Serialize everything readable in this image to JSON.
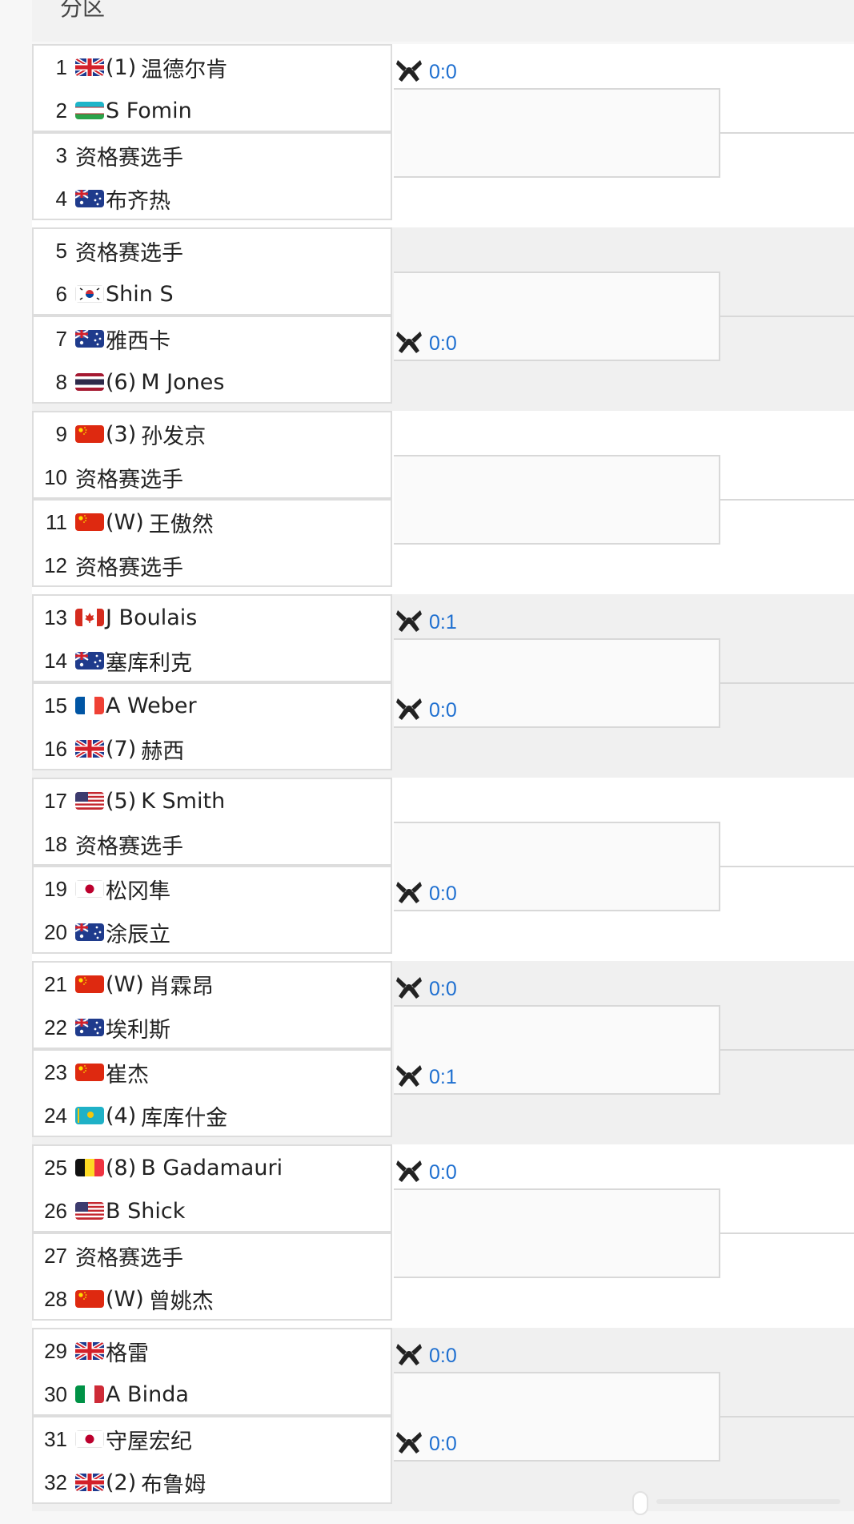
{
  "section_title": "分区",
  "colors": {
    "link": "#1e6fd0",
    "border": "#dddddd",
    "band": "#f0f0f0"
  },
  "h2h_icon": "crossed-rackets-icon",
  "groups": [
    {
      "matches": [
        {
          "players": [
            {
              "num": "1",
              "flag": "gb",
              "seed": "(1)",
              "name": "温德尔肯"
            },
            {
              "num": "2",
              "flag": "uz",
              "seed": "",
              "name": "S Fomin"
            }
          ],
          "score": "0:0"
        },
        {
          "players": [
            {
              "num": "3",
              "flag": "",
              "seed": "",
              "name": "资格赛选手"
            },
            {
              "num": "4",
              "flag": "au",
              "seed": "",
              "name": "布齐热"
            }
          ],
          "score": ""
        }
      ]
    },
    {
      "matches": [
        {
          "players": [
            {
              "num": "5",
              "flag": "",
              "seed": "",
              "name": "资格赛选手"
            },
            {
              "num": "6",
              "flag": "kr",
              "seed": "",
              "name": "Shin S"
            }
          ],
          "score": ""
        },
        {
          "players": [
            {
              "num": "7",
              "flag": "au",
              "seed": "",
              "name": "雅西卡"
            },
            {
              "num": "8",
              "flag": "th",
              "seed": "(6)",
              "name": "M Jones"
            }
          ],
          "score": "0:0"
        }
      ]
    },
    {
      "matches": [
        {
          "players": [
            {
              "num": "9",
              "flag": "cn",
              "seed": "(3)",
              "name": "孙发京"
            },
            {
              "num": "10",
              "flag": "",
              "seed": "",
              "name": "资格赛选手"
            }
          ],
          "score": ""
        },
        {
          "players": [
            {
              "num": "11",
              "flag": "cn",
              "seed": "(W)",
              "name": "王傲然"
            },
            {
              "num": "12",
              "flag": "",
              "seed": "",
              "name": "资格赛选手"
            }
          ],
          "score": ""
        }
      ]
    },
    {
      "matches": [
        {
          "players": [
            {
              "num": "13",
              "flag": "ca",
              "seed": "",
              "name": "J Boulais"
            },
            {
              "num": "14",
              "flag": "au",
              "seed": "",
              "name": "塞库利克"
            }
          ],
          "score": "0:1"
        },
        {
          "players": [
            {
              "num": "15",
              "flag": "fr",
              "seed": "",
              "name": "A Weber"
            },
            {
              "num": "16",
              "flag": "gb",
              "seed": "(7)",
              "name": "赫西"
            }
          ],
          "score": "0:0"
        }
      ]
    },
    {
      "matches": [
        {
          "players": [
            {
              "num": "17",
              "flag": "us",
              "seed": "(5)",
              "name": "K Smith"
            },
            {
              "num": "18",
              "flag": "",
              "seed": "",
              "name": "资格赛选手"
            }
          ],
          "score": ""
        },
        {
          "players": [
            {
              "num": "19",
              "flag": "jp",
              "seed": "",
              "name": "松冈隼"
            },
            {
              "num": "20",
              "flag": "au",
              "seed": "",
              "name": "涂辰立"
            }
          ],
          "score": "0:0"
        }
      ]
    },
    {
      "matches": [
        {
          "players": [
            {
              "num": "21",
              "flag": "cn",
              "seed": "(W)",
              "name": "肖霖昂"
            },
            {
              "num": "22",
              "flag": "au",
              "seed": "",
              "name": "埃利斯"
            }
          ],
          "score": "0:0"
        },
        {
          "players": [
            {
              "num": "23",
              "flag": "cn",
              "seed": "",
              "name": "崔杰"
            },
            {
              "num": "24",
              "flag": "kz",
              "seed": "(4)",
              "name": "库库什金"
            }
          ],
          "score": "0:1"
        }
      ]
    },
    {
      "matches": [
        {
          "players": [
            {
              "num": "25",
              "flag": "be",
              "seed": "(8)",
              "name": "B Gadamauri"
            },
            {
              "num": "26",
              "flag": "us",
              "seed": "",
              "name": "B Shick"
            }
          ],
          "score": "0:0"
        },
        {
          "players": [
            {
              "num": "27",
              "flag": "",
              "seed": "",
              "name": "资格赛选手"
            },
            {
              "num": "28",
              "flag": "cn",
              "seed": "(W)",
              "name": "曾姚杰"
            }
          ],
          "score": ""
        }
      ]
    },
    {
      "matches": [
        {
          "players": [
            {
              "num": "29",
              "flag": "gb",
              "seed": "",
              "name": "格雷"
            },
            {
              "num": "30",
              "flag": "it",
              "seed": "",
              "name": "A Binda"
            }
          ],
          "score": "0:0"
        },
        {
          "players": [
            {
              "num": "31",
              "flag": "jp",
              "seed": "",
              "name": "守屋宏纪"
            },
            {
              "num": "32",
              "flag": "gb",
              "seed": "(2)",
              "name": "布鲁姆"
            }
          ],
          "score": "0:0"
        }
      ]
    }
  ]
}
